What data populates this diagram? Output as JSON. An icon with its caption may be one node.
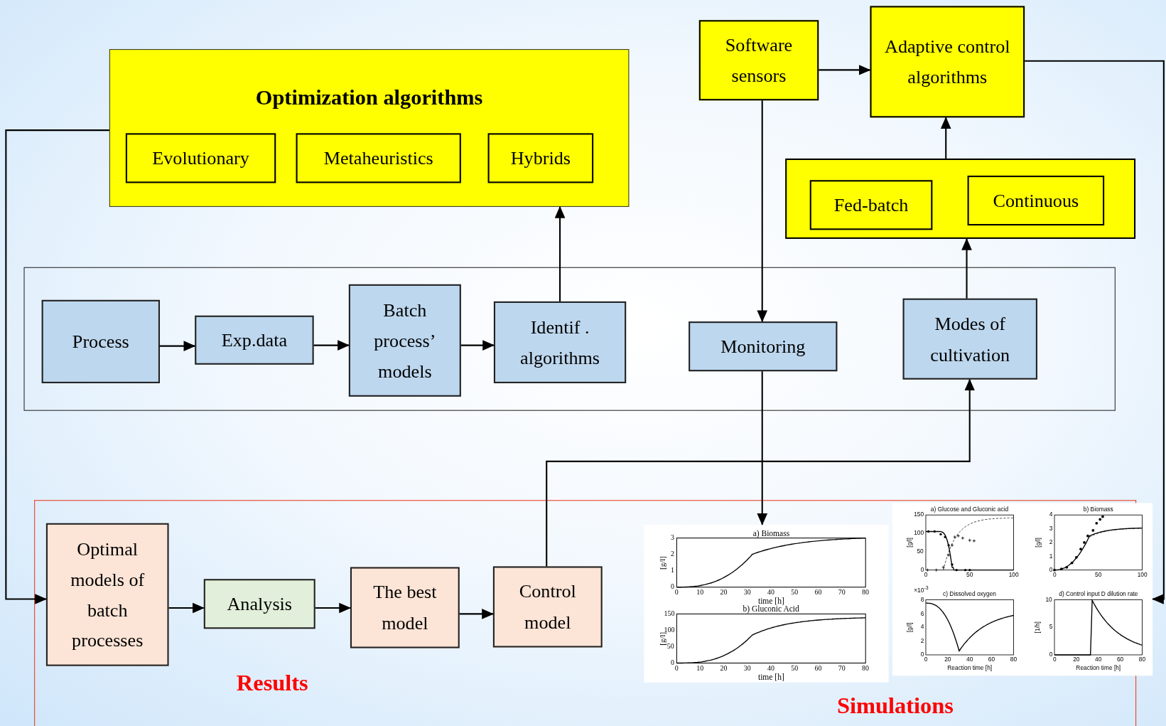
{
  "diagram": {
    "nodes": [
      {
        "text": [
          "Optimization algorithms"
        ]
      },
      {
        "text": [
          "Evolutionary"
        ],
        "in": 0
      },
      {
        "text": [
          "Metaheuristics"
        ],
        "in": 0
      },
      {
        "text": [
          "Hybrids"
        ],
        "in": 0
      },
      {
        "text": [
          "Software sensors"
        ]
      },
      {
        "text": [
          "Adaptive control algorithms"
        ]
      },
      {
        "text": [],
        "shape": "box"
      },
      {
        "text": [
          "Fed-batch"
        ],
        "in": 6
      },
      {
        "text": [
          "Continuous"
        ],
        "in": 6
      },
      {
        "text": [],
        "shape": "box"
      },
      {
        "text": [
          "Process"
        ],
        "in": 9
      },
      {
        "text": [
          "Exp.data"
        ],
        "in": 9
      },
      {
        "text": [
          "Batch process’ models"
        ],
        "in": 9
      },
      {
        "text": [
          "Identif . algorithms"
        ],
        "in": 9
      },
      {
        "text": [
          "Monitoring"
        ],
        "in": 9
      },
      {
        "text": [
          "Modes of cultivation"
        ],
        "in": 9
      },
      {
        "text": [],
        "shape": "box"
      },
      {
        "text": [
          "Optimal models of batch processes"
        ],
        "in": 16
      },
      {
        "text": [
          "Analysis"
        ],
        "in": 16
      },
      {
        "text": [
          "The best model"
        ],
        "in": 16
      },
      {
        "text": [
          "Control model"
        ],
        "in": 16
      },
      {
        "text": [],
        "shape": "box",
        "in": 16
      },
      {
        "text": [],
        "shape": "box"
      }
    ],
    "edges": [
      {
        "from": 10,
        "to": 11,
        "arrow": "to"
      },
      {
        "from": 11,
        "to": 12,
        "arrow": "to"
      },
      {
        "from": 12,
        "to": 13,
        "arrow": "to"
      },
      {
        "from": 13,
        "to": 0,
        "arrow": "to"
      },
      {
        "from": 0,
        "to": 17,
        "arrow": "to"
      },
      {
        "from": 4,
        "to": 5,
        "arrow": "to"
      },
      {
        "from": 4,
        "to": 14,
        "arrow": "to"
      },
      {
        "from": 6,
        "to": 5,
        "arrow": "to"
      },
      {
        "from": 15,
        "to": 6,
        "arrow": "to"
      },
      {
        "from": 20,
        "to": 15,
        "arrow": "to"
      },
      {
        "from": 14,
        "to": 21,
        "arrow": "to"
      },
      {
        "from": 5,
        "to": 22,
        "arrow": "to"
      },
      {
        "from": 17,
        "to": 18,
        "arrow": "to"
      },
      {
        "from": 18,
        "to": 19,
        "arrow": "to"
      },
      {
        "from": 19,
        "to": 20,
        "arrow": "to"
      }
    ],
    "labels": [
      "Results",
      "Simulations",
      "a) Biomass",
      "[g/l]",
      "3",
      "2",
      "1",
      "0",
      "0",
      "10",
      "20",
      "30",
      "40",
      "50",
      "60",
      "70",
      "80",
      "time [h]",
      "b) Gluconic Acid",
      "[g/l]",
      "150",
      "100",
      "50",
      "0",
      "0",
      "10",
      "20",
      "30",
      "40",
      "50",
      "60",
      "70",
      "80",
      "time [h]",
      "a) Glucose and Gluconic acid",
      "[g/l]",
      "150",
      "100",
      "50",
      "0",
      "0",
      "50",
      "100",
      "b) Biomass",
      "[g/l]",
      "4",
      "3",
      "2",
      "1",
      "0",
      "0",
      "50",
      "100",
      "×10$^{-3}$",
      "c) Dissolved oxygen",
      "[g/l]",
      "8",
      "6",
      "4",
      "2",
      "0",
      "0",
      "20",
      "40",
      "60",
      "80",
      "Reaction time [h]",
      "d) Control input D dilution rate",
      "[1/h]",
      "10",
      "5",
      "0",
      "0",
      "20",
      "40",
      "60",
      "80",
      "Reaction time [h]"
    ]
  }
}
